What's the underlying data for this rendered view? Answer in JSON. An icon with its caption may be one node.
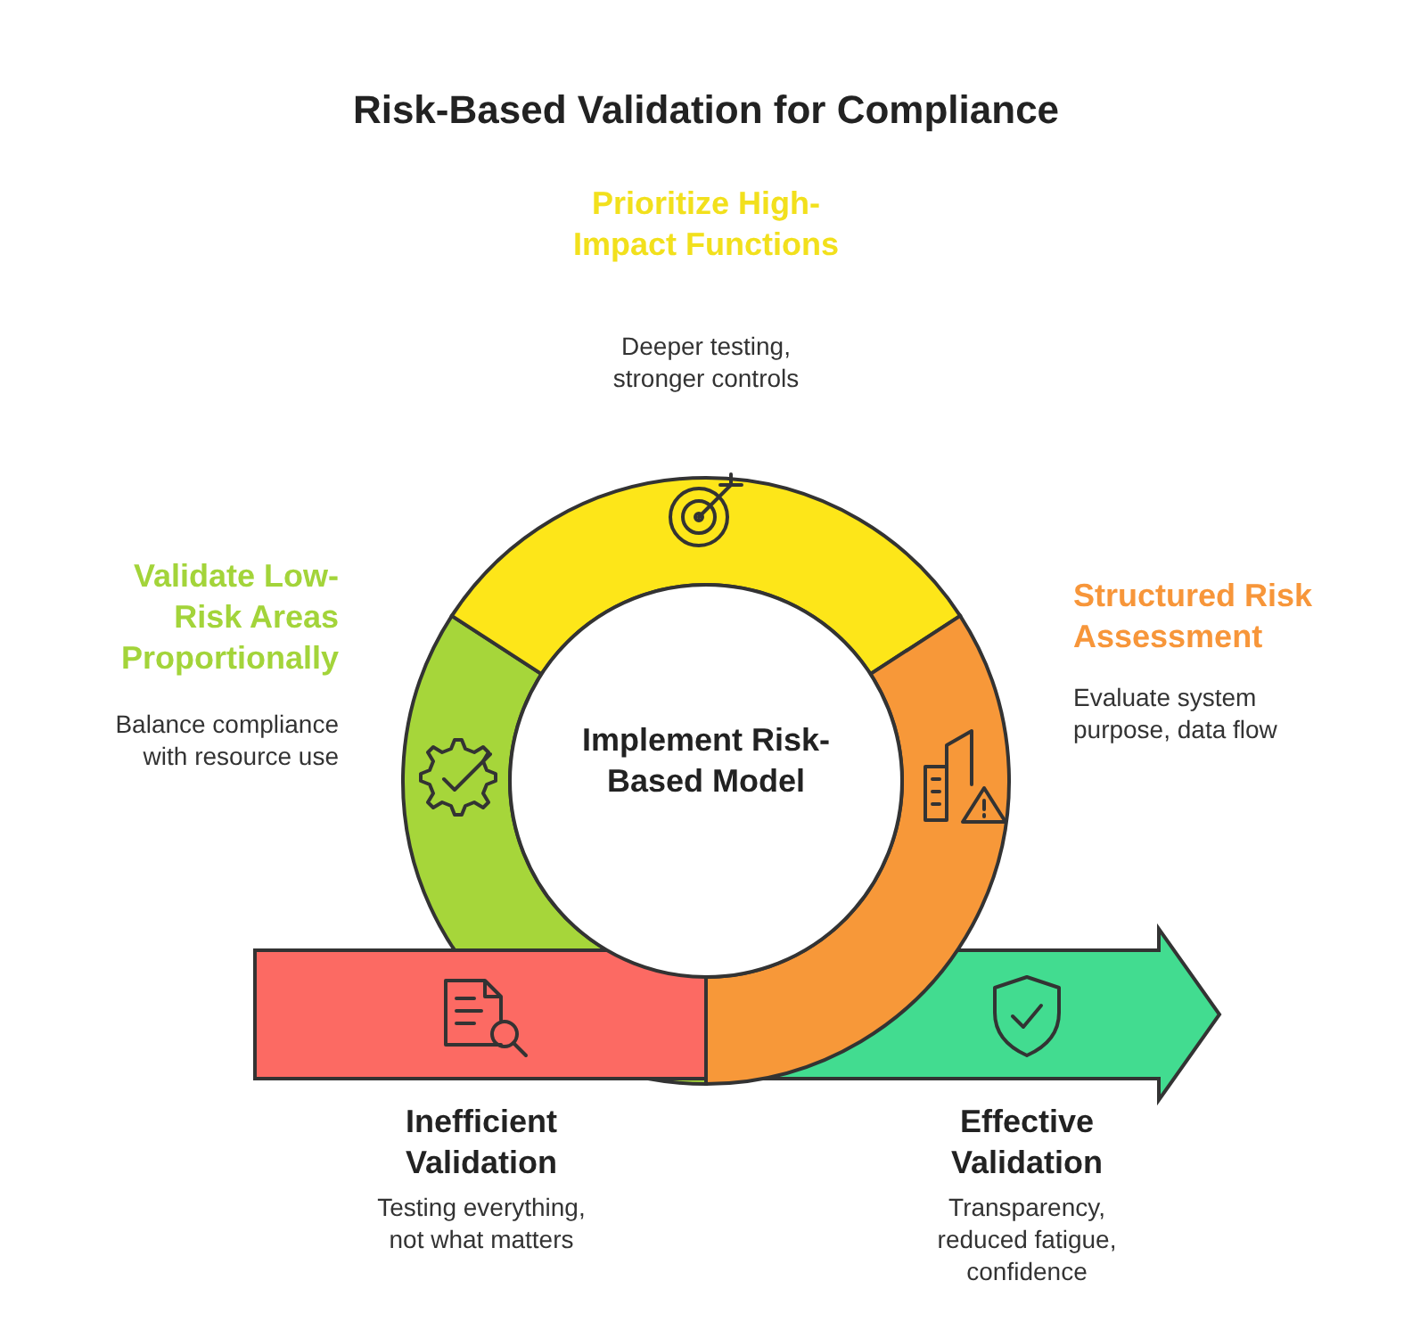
{
  "diagram": {
    "title": "Risk-Based Validation for Compliance",
    "nodes": [
      {
        "text": [
          "Prioritize High-Impact Functions",
          "Deeper testing, stronger controls"
        ]
      },
      {
        "text": [
          "Validate Low-Risk Areas Proportionally",
          "Balance compliance with resource use"
        ]
      },
      {
        "text": [
          "Implement Risk-Based Model"
        ]
      },
      {
        "text": [
          "Structured Risk Assessment",
          "Evaluate system purpose, data flow"
        ]
      },
      {
        "text": [
          "Inefficient Validation",
          "Testing everything, not what matters"
        ]
      },
      {
        "text": [
          "Effective Validation",
          "Transparency, reduced fatigue, confidence"
        ]
      }
    ],
    "edges": []
  }
}
